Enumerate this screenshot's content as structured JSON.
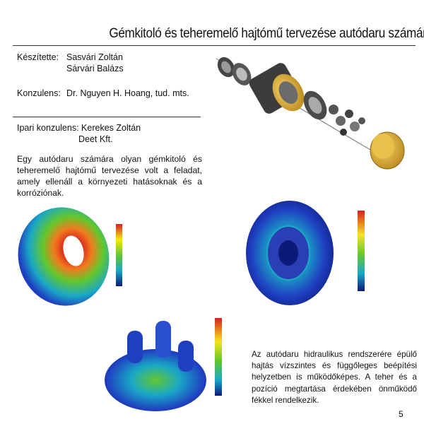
{
  "page": {
    "title": "Gémkitoló és teheremelő hajtómű tervezése autódaru számára",
    "page_number": "5"
  },
  "credits": {
    "prepared_by_label": "Készítette:",
    "authors": [
      "Sasvári Zoltán",
      "Sárvári Balázs"
    ],
    "adviser_label": "Konzulens:",
    "adviser": "Dr. Nguyen H. Hoang, tud. mts.",
    "industrial_adviser_label": "Ipari konzulens:",
    "industrial_adviser": "Kerekes Zoltán",
    "industrial_company": "Deet Kft."
  },
  "text": {
    "intro": "Egy autódaru számára olyan gémkitoló és teheremelő hajtómű tervezése volt a feladat, amely ellenáll a környezeti hatásoknak és a korróziónak.",
    "summary": "Az autódaru hidraulikus rendszerére épülő hajtás vízszintes és függőleges beépítési helyzetben is működőképes. A teher és a pozíció megtartása érdekében önműködő fékkel rendelkezik."
  },
  "colors": {
    "fea_gradient": [
      "#d61f1f",
      "#f07d1e",
      "#f5e51c",
      "#63c72d",
      "#1aa8c6",
      "#1f3fc1",
      "#0b1a78"
    ],
    "gear_gold": "#e2b12b",
    "part_dark": "#3a3a3a",
    "part_gray": "#8e8e8e",
    "force_arrow": "#b01a7a",
    "fixture": "#19a64a"
  }
}
